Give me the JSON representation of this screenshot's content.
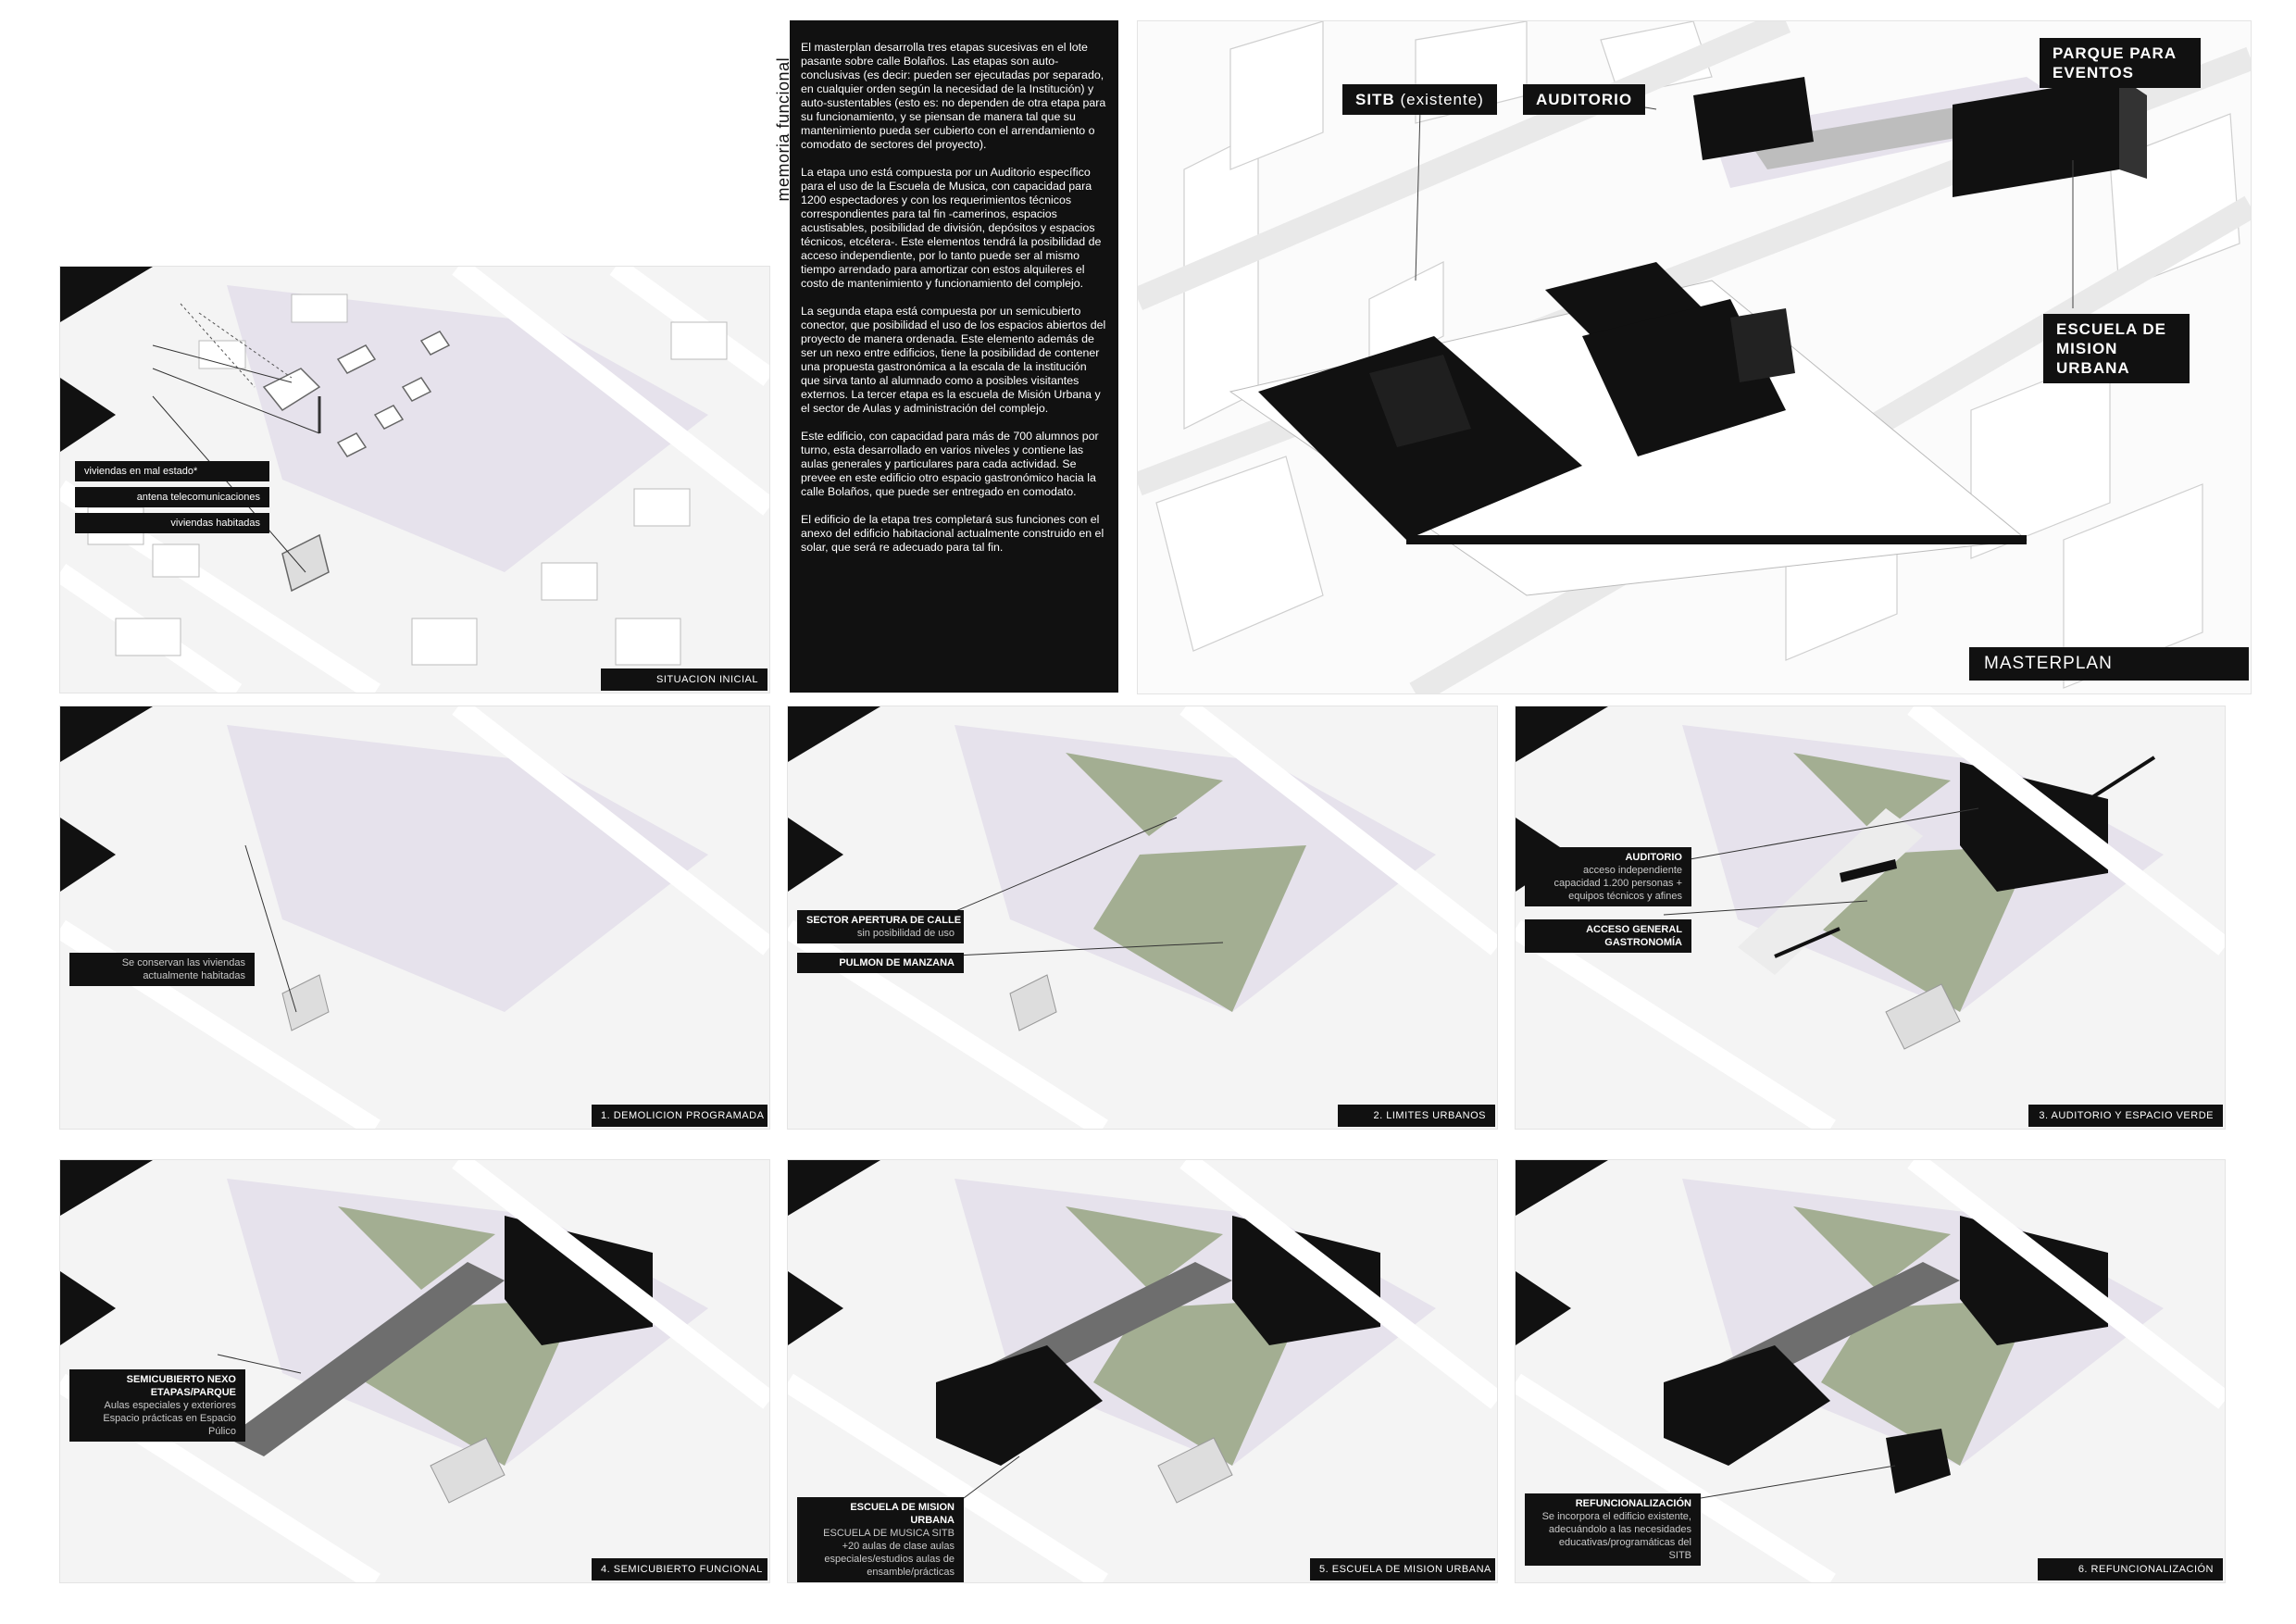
{
  "section_title": "_memoria funcional",
  "description": [
    "El masterplan desarrolla tres etapas sucesivas en el lote pasante sobre calle Bolaños. Las etapas son auto-conclusivas (es decir: pueden ser ejecutadas por separado, en cualquier orden según la necesidad de la Institución) y auto-sustentables (esto es: no dependen de otra etapa para su funcionamiento, y se piensan de manera tal que su mantenimiento pueda ser cubierto con el arrendamiento o comodato de sectores del proyecto).",
    "La etapa uno está compuesta  por un Auditorio específico para el uso de la Escuela de Musica, con capacidad para 1200 espectadores y con los requerimientos técnicos correspondientes para tal fin -camerinos, espacios acustisables, posibilidad de división, depósitos y espacios técnicos, etcétera-. Este elementos tendrá la posibilidad de acceso independiente, por lo tanto puede ser al mismo tiempo arrendado para amortizar con estos alquileres el costo de mantenimiento y funcionamiento del complejo.",
    "La segunda etapa está compuesta por un semicubierto conector, que posibilidad el uso de los espacios abiertos del proyecto de manera ordenada. Este elemento además de ser un nexo entre edificios, tiene la posibilidad de contener una propuesta gastronómica a la escala de la institución que sirva tanto al alumnado como a posibles visitantes externos. La tercer etapa es la escuela de Misión Urbana y el sector de Aulas y administración del complejo.",
    "Este edificio, con capacidad para más de 700 alumnos por turno, esta desarrollado en varios niveles y contiene las aulas generales y particulares para cada actividad. Se prevee en este edificio otro espacio gastronómico hacia la calle Bolaños, que puede ser entregado en comodato.",
    "El edificio de la etapa tres completará sus funciones con el anexo del edificio habitacional actualmente construido en el solar, que será re adecuado para tal fin."
  ],
  "masterplan": {
    "caption": "MASTERPLAN",
    "labels": {
      "sitb_bold": "SITB",
      "sitb_rest": " (existente)",
      "auditorio": "AUDITORIO",
      "parque": "PARQUE PARA EVENTOS",
      "escuela": "ESCUELA DE MISION URBANA"
    }
  },
  "situacion": {
    "caption": "SITUACION INICIAL",
    "labels": [
      "viviendas en mal estado*",
      "antena telecomunicaciones",
      "viviendas habitadas"
    ]
  },
  "stages": [
    {
      "caption": "1. DEMOLICION PROGRAMADA",
      "labels": [
        {
          "title": "",
          "sub": "Se conservan las viviendas actualmente habitadas"
        }
      ]
    },
    {
      "caption": "2. LIMITES URBANOS",
      "labels": [
        {
          "title": "SECTOR APERTURA DE CALLE",
          "sub": "sin posibilidad de uso"
        },
        {
          "title": "PULMON DE MANZANA",
          "sub": ""
        }
      ]
    },
    {
      "caption": "3. AUDITORIO Y ESPACIO VERDE",
      "labels": [
        {
          "title": "AUDITORIO",
          "sub": "acceso independiente capacidad 1.200 personas + equipos técnicos y afines"
        },
        {
          "title": "ACCESO GENERAL GASTRONOMÍA",
          "sub": ""
        }
      ]
    },
    {
      "caption": "4. SEMICUBIERTO FUNCIONAL",
      "labels": [
        {
          "title": "SEMICUBIERTO NEXO ETAPAS/PARQUE",
          "sub": "Aulas especiales y exteriores Espacio prácticas en Espacio Púlico"
        }
      ]
    },
    {
      "caption": "5. ESCUELA DE MISION URBANA",
      "labels": [
        {
          "title": "ESCUELA DE MISION URBANA",
          "sub": "ESCUELA DE MUSICA SITB +20 aulas de clase aulas especiales/estudios aulas de ensamble/prácticas"
        }
      ]
    },
    {
      "caption": "6. REFUNCIONALIZACIÓN",
      "labels": [
        {
          "title": "REFUNCIONALIZACIÓN",
          "sub": "Se incorpora el edificio existente, adecuándolo a las necesidades educativas/programáticas del SITB"
        }
      ]
    }
  ],
  "colors": {
    "black": "#111111",
    "lavender": "#e6e2ec",
    "green": "#a3ae92",
    "road": "#ffffff",
    "block": "#f2f2f2",
    "gray_path": "#6e6e6e"
  }
}
